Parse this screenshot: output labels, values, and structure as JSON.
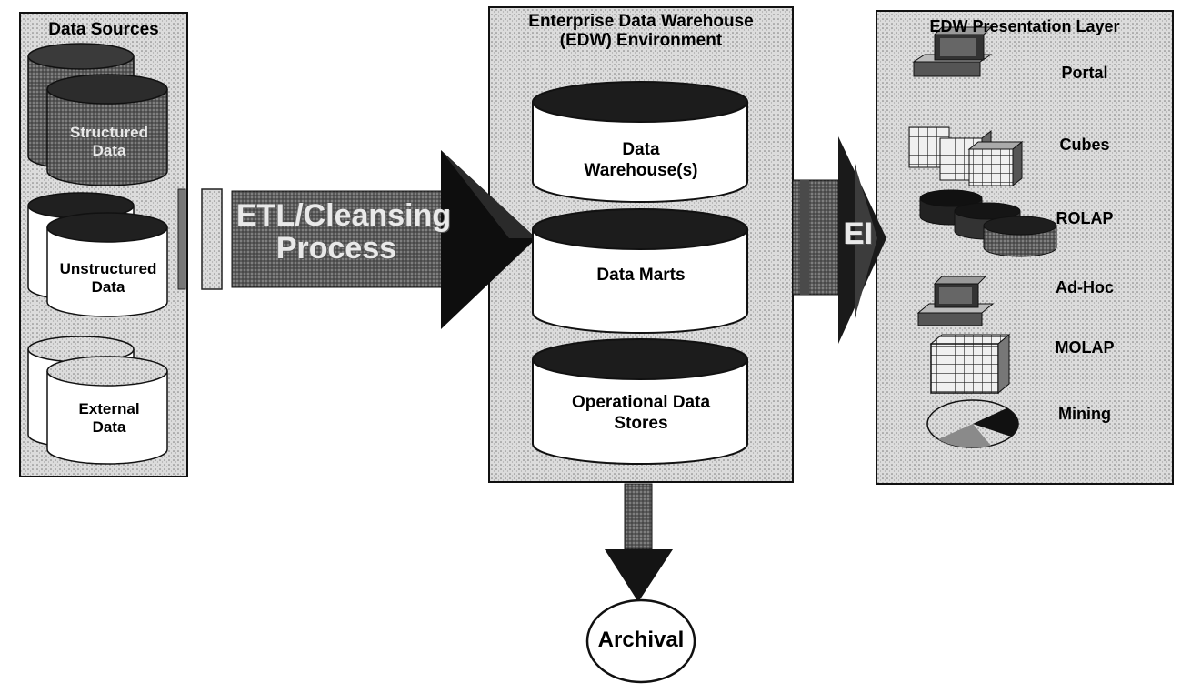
{
  "sources": {
    "title": "Data Sources",
    "items": [
      {
        "label": "Structured Data"
      },
      {
        "label": "Unstructured Data"
      },
      {
        "label": "External Data"
      }
    ]
  },
  "etl": {
    "label": "ETL/Cleansing Process"
  },
  "edw": {
    "title": "Enterprise Data Warehouse (EDW) Environment",
    "stores": [
      {
        "label": "Data Warehouse(s)"
      },
      {
        "label": "Data Marts"
      },
      {
        "label": "Operational Data Stores"
      }
    ]
  },
  "egress": {
    "label": "EI"
  },
  "presentation": {
    "title": "EDW Presentation Layer",
    "items": [
      {
        "label": "Portal",
        "icon": "computer-icon"
      },
      {
        "label": "Cubes",
        "icon": "cubes-icon"
      },
      {
        "label": "ROLAP",
        "icon": "cylinders-icon"
      },
      {
        "label": "Ad-Hoc",
        "icon": "computer-icon"
      },
      {
        "label": "MOLAP",
        "icon": "cube-icon"
      },
      {
        "label": "Mining",
        "icon": "pie-icon"
      }
    ]
  },
  "archival": {
    "label": "Archival"
  }
}
